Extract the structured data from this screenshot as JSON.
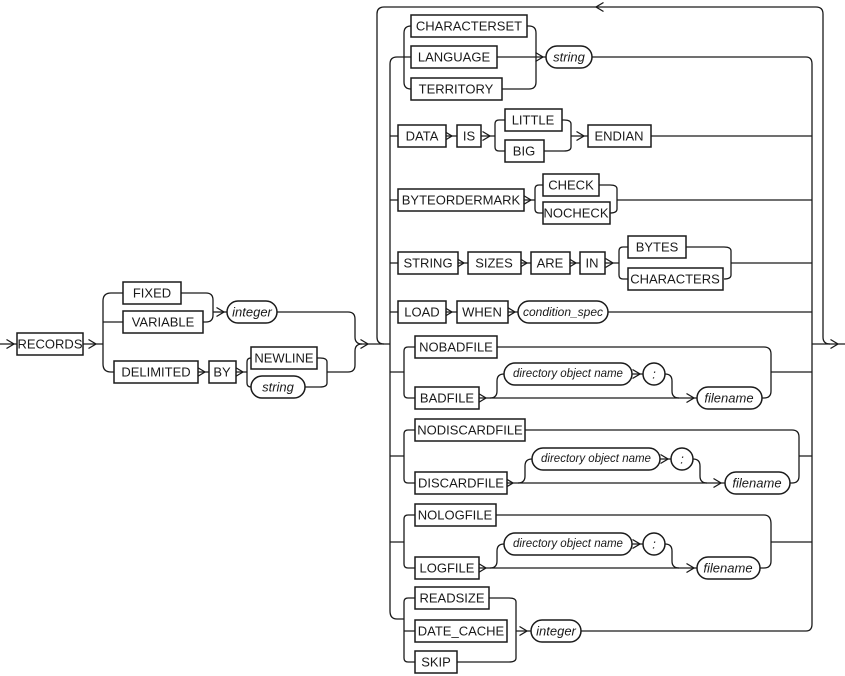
{
  "diagram_type": "railroad-syntax-diagram",
  "colors": {
    "line": "#1a1a1a",
    "background": "#ffffff",
    "box_fill": "#ffffff",
    "text": "#1a1a1a"
  },
  "syntax": {
    "main": {
      "records": "RECORDS",
      "fixed": "FIXED",
      "variable": "VARIABLE",
      "integer": "integer",
      "delimited": "DELIMITED",
      "by": "BY",
      "newline": "NEWLINE",
      "string": "string"
    },
    "charset": {
      "characterset": "CHARACTERSET",
      "language": "LANGUAGE",
      "territory": "TERRITORY",
      "string": "string"
    },
    "endian": {
      "data": "DATA",
      "is": "IS",
      "little": "LITTLE",
      "big": "BIG",
      "endian": "ENDIAN"
    },
    "byteorder": {
      "byteordermark": "BYTEORDERMARK",
      "check": "CHECK",
      "nocheck": "NOCHECK"
    },
    "sizes": {
      "string": "STRING",
      "sizes": "SIZES",
      "are": "ARE",
      "in": "IN",
      "bytes": "BYTES",
      "characters": "CHARACTERS"
    },
    "load": {
      "load": "LOAD",
      "when": "WHEN",
      "condition_spec": "condition_spec"
    },
    "badfile": {
      "nobadfile": "NOBADFILE",
      "badfile": "BADFILE",
      "directory": "directory object name",
      "colon": ":",
      "filename": "filename"
    },
    "discardfile": {
      "nodiscardfile": "NODISCARDFILE",
      "discardfile": "DISCARDFILE",
      "directory": "directory object name",
      "colon": ":",
      "filename": "filename"
    },
    "logfile": {
      "nologfile": "NOLOGFILE",
      "logfile": "LOGFILE",
      "directory": "directory object name",
      "colon": ":",
      "filename": "filename"
    },
    "readsize": {
      "readsize": "READSIZE",
      "date_cache": "DATE_CACHE",
      "skip": "SKIP",
      "integer": "integer"
    }
  }
}
